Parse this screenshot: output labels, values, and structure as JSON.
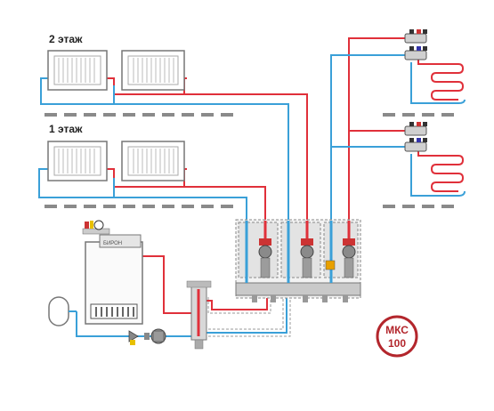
{
  "floors": {
    "floor2_label": "2 этаж",
    "floor1_label": "1 этаж"
  },
  "boiler": {
    "brand": "БИРОН"
  },
  "badge": {
    "line1": "МКС",
    "line2": "100"
  },
  "colors": {
    "supply": "#e0303a",
    "return": "#3aa0d8",
    "divider": "#8a8a8a",
    "badge": "#b3262c",
    "pump": "#8a8a8a",
    "module": "#d7d7d7"
  }
}
